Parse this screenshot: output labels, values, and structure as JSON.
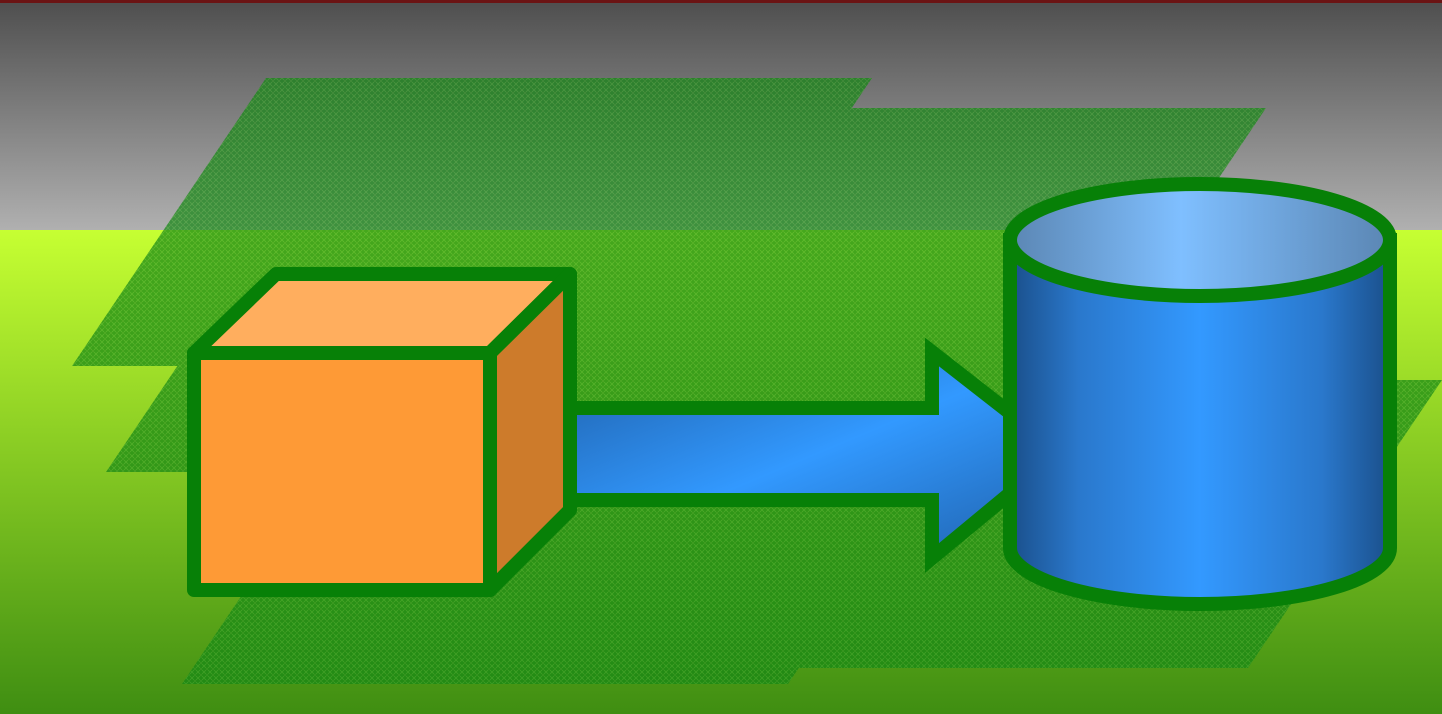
{
  "diagram": {
    "nodes": [
      {
        "id": "source",
        "shape": "cube"
      },
      {
        "id": "target",
        "shape": "cylinder"
      }
    ],
    "edges": [
      {
        "from": "source",
        "to": "target",
        "shape": "block-arrow"
      }
    ],
    "planes": 6
  },
  "colors": {
    "sky_top": "#4e4e4e",
    "sky_bottom": "#b0b0b0",
    "ground_top": "#c6ff32",
    "ground_bottom": "#3f8e12",
    "plane_fill": "#168a16",
    "outline": "#078007",
    "cube_front": "#fe9a36",
    "cube_top": "#ffae5e",
    "cube_side": "#cd7b2b",
    "arrow": "#3299ff",
    "cylinder_body": "#3399ff",
    "cylinder_top": "#7fbfff",
    "top_border": "#6b1414"
  }
}
